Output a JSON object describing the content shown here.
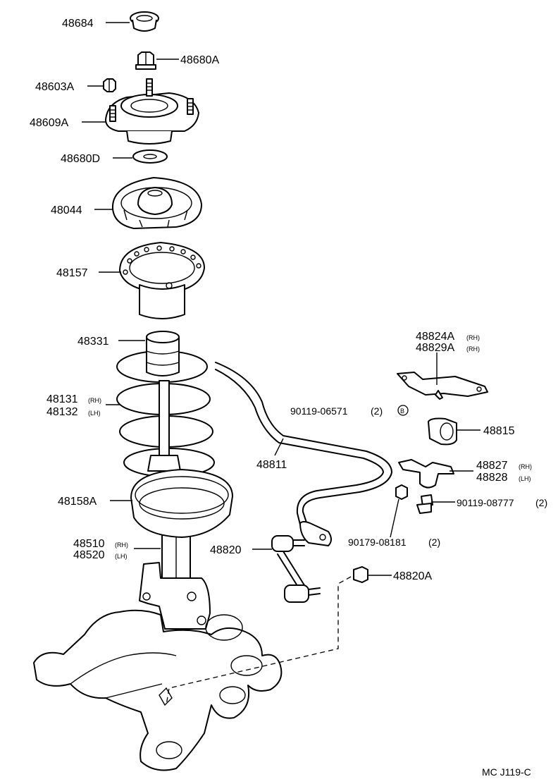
{
  "diagram": {
    "code": "MC J119-C",
    "callout_letter": "B",
    "labels": [
      {
        "id": "48684",
        "text": "48684"
      },
      {
        "id": "48680A",
        "text": "48680A"
      },
      {
        "id": "48603A",
        "text": "48603A"
      },
      {
        "id": "48609A",
        "text": "48609A"
      },
      {
        "id": "48680D",
        "text": "48680D"
      },
      {
        "id": "48044",
        "text": "48044"
      },
      {
        "id": "48157",
        "text": "48157"
      },
      {
        "id": "48331",
        "text": "48331"
      },
      {
        "id": "48131",
        "text": "48131",
        "suffix": "(RH)"
      },
      {
        "id": "48132",
        "text": "48132",
        "suffix": "(LH)"
      },
      {
        "id": "48158A",
        "text": "48158A"
      },
      {
        "id": "48510",
        "text": "48510",
        "suffix": "(RH)"
      },
      {
        "id": "48520",
        "text": "48520",
        "suffix": "(LH)"
      },
      {
        "id": "48824A",
        "text": "48824A",
        "suffix": "(RH)"
      },
      {
        "id": "48829A",
        "text": "48829A",
        "suffix": "(RH)"
      },
      {
        "id": "90119-06571",
        "text": "90119-06571",
        "qty": "(2)"
      },
      {
        "id": "48815",
        "text": "48815"
      },
      {
        "id": "48811",
        "text": "48811"
      },
      {
        "id": "48827",
        "text": "48827",
        "suffix": "(RH)"
      },
      {
        "id": "48828",
        "text": "48828",
        "suffix": "(LH)"
      },
      {
        "id": "90119-08777",
        "text": "90119-08777",
        "qty": "(2)"
      },
      {
        "id": "90179-08181",
        "text": "90179-08181",
        "qty": "(2)"
      },
      {
        "id": "48820",
        "text": "48820"
      },
      {
        "id": "48820A",
        "text": "48820A"
      }
    ]
  }
}
